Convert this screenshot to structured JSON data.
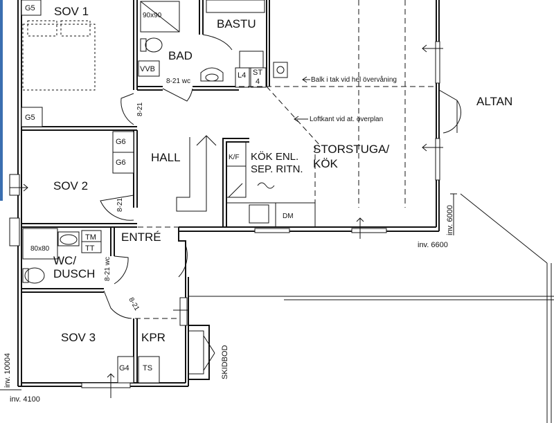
{
  "rooms": {
    "sov1": "SOV 1",
    "bad": "BAD",
    "bastu": "BASTU",
    "altan": "ALTAN",
    "hall": "HALL",
    "sov2": "SOV 2",
    "storstuga_1": "STORSTUGA/",
    "storstuga_2": "KÖK",
    "kok_1": "KÖK ENL.",
    "kok_2": "SEP. RITN.",
    "entre": "ENTRÉ",
    "wc_1": "WC/",
    "wc_2": "DUSCH",
    "sov3": "SOV 3",
    "kpr": "KPR",
    "skidbod": "SKIDBOD"
  },
  "labels": {
    "g5_top": "G5",
    "g5_mid": "G5",
    "g6_a": "G6",
    "g6_b": "G6",
    "g4": "G4",
    "ts": "TS",
    "tm": "TM",
    "tt": "TT",
    "kf": "K/F",
    "dm": "DM",
    "vvb": "VVB",
    "l4": "L4",
    "st_1": "ST",
    "st_2": "4",
    "shower_bad": "90x90",
    "shower_wc": "80x80",
    "door_bad": "8-21 wc",
    "door_sov1": "8-21",
    "door_sov2": "8-21",
    "door_wc": "8-21 wc",
    "door_sov3": "8-21"
  },
  "notes": {
    "balk": "Balk i tak vid hel övervåning",
    "loftkant": "Loftkant vid at. överplan"
  },
  "dimensions": {
    "inv_6000": "inv. 6000",
    "inv_6600": "inv. 6600",
    "inv_10004": "inv. 10004",
    "inv_4100": "inv. 4100"
  }
}
